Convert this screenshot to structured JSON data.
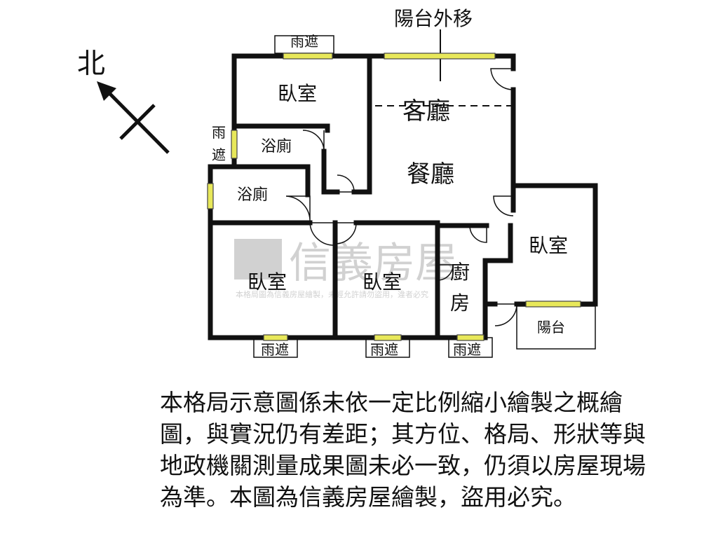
{
  "compass": {
    "label": "北"
  },
  "annotation": {
    "balcony_moved": "陽台外移"
  },
  "rooms": {
    "bedroom_top": "臥室",
    "living": "客廳",
    "dining": "餐廳",
    "bath_upper": "浴廁",
    "bath_lower": "浴廁",
    "bedroom_right": "臥室",
    "bedroom_left": "臥室",
    "bedroom_mid": "臥室",
    "kitchen_line1": "廚",
    "kitchen_line2": "房",
    "balcony": "陽台"
  },
  "rain_covers": {
    "top": "雨遮",
    "left_line1": "雨",
    "left_line2": "遮",
    "bottom_left": "雨遮",
    "bottom_mid": "雨遮",
    "bottom_right": "雨遮"
  },
  "watermark": {
    "brand": "信義房屋",
    "notice": "本格局圖為信義房屋繪製，未經允許請勿盜用，違者必究"
  },
  "disclaimer": "本格局示意圖係未依一定比例縮小繪製之概繪圖，與實況仍有差距；其方位、格局、形狀等與地政機關測量成果圖未必一致，仍須以房屋現場為準。本圖為信義房屋繪製，盜用必究。"
}
